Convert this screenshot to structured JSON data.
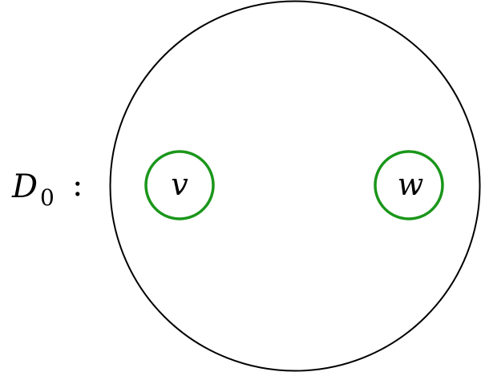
{
  "diagram": {
    "label": "D",
    "label_subscript": "0",
    "separator": ":",
    "nodes": [
      {
        "id": "v",
        "label": "v"
      },
      {
        "id": "w",
        "label": "w"
      }
    ],
    "colors": {
      "outer_circle": "#000000",
      "node_circle": "#1a961a"
    }
  }
}
